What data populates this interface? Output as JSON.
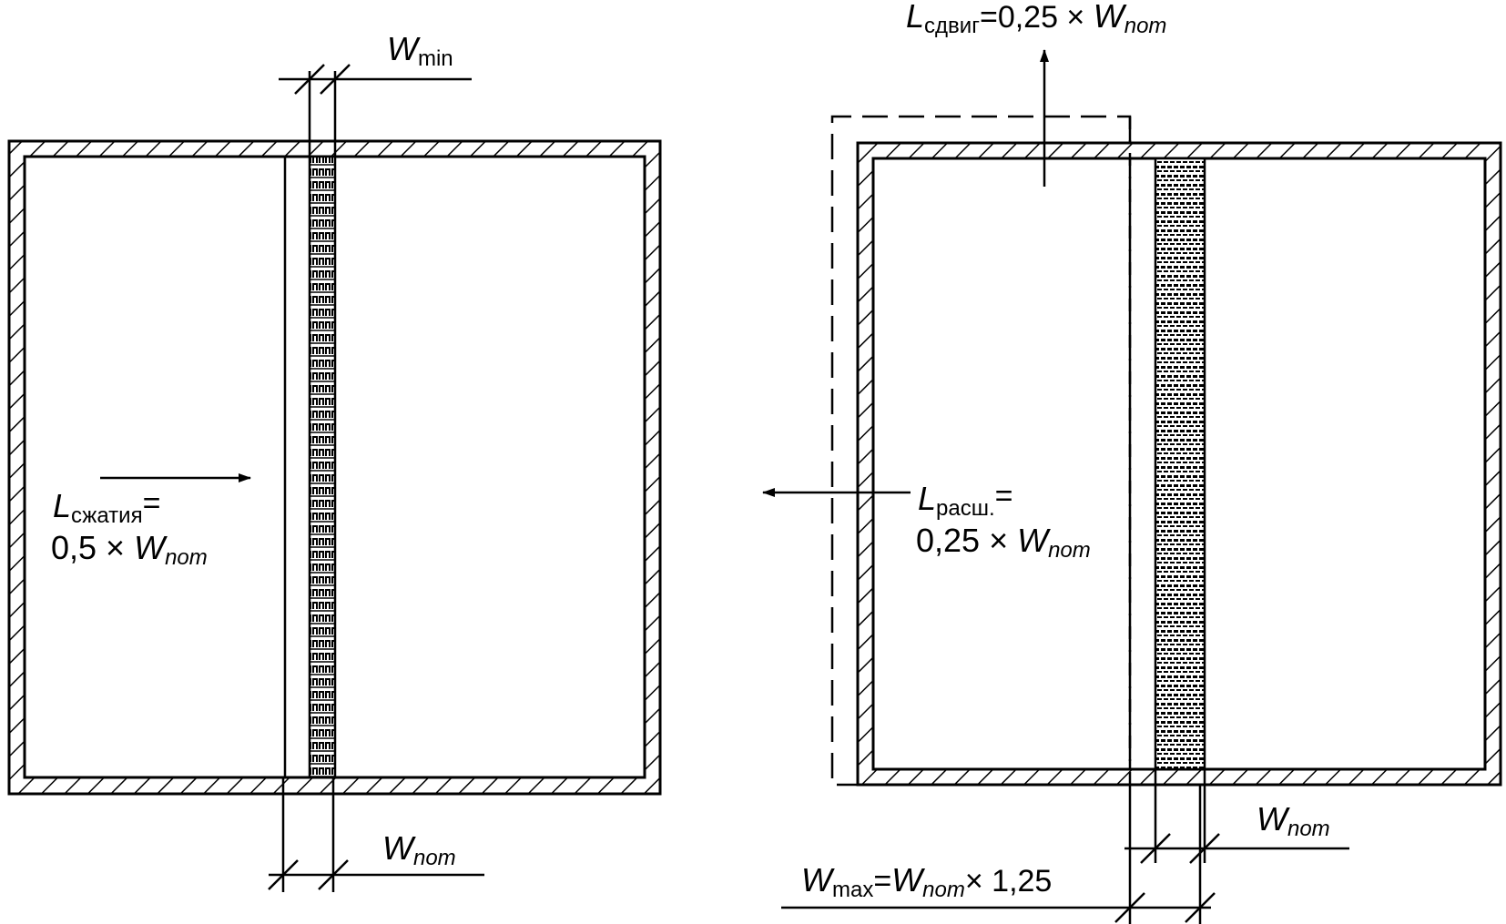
{
  "colors": {
    "ink": "#000000",
    "paper": "#ffffff"
  },
  "left": {
    "w_min": {
      "main": "W",
      "sub": "min"
    },
    "w_nom": {
      "main": "W",
      "sub": "nom"
    },
    "compression": {
      "main": "L",
      "sub": "сжатия",
      "eq": "=",
      "line2_prefix": "0,5 × ",
      "line2_main": "W",
      "line2_sub": "nom"
    }
  },
  "right": {
    "shift": {
      "main": "L",
      "sub": "сдвиг",
      "eq": "=",
      "rest": "0,25 × ",
      "main2": "W",
      "sub2": "nom"
    },
    "expansion": {
      "main": "L",
      "sub": "расш.",
      "eq": "=",
      "line2_prefix": "0,25 × ",
      "line2_main": "W",
      "line2_sub": "nom"
    },
    "w_nom": {
      "main": "W",
      "sub": "nom"
    },
    "w_max": {
      "main": "W",
      "sub": "max",
      "eq": "=",
      "main2": "W",
      "sub2": "nom",
      "rest": "× 1,25"
    }
  }
}
